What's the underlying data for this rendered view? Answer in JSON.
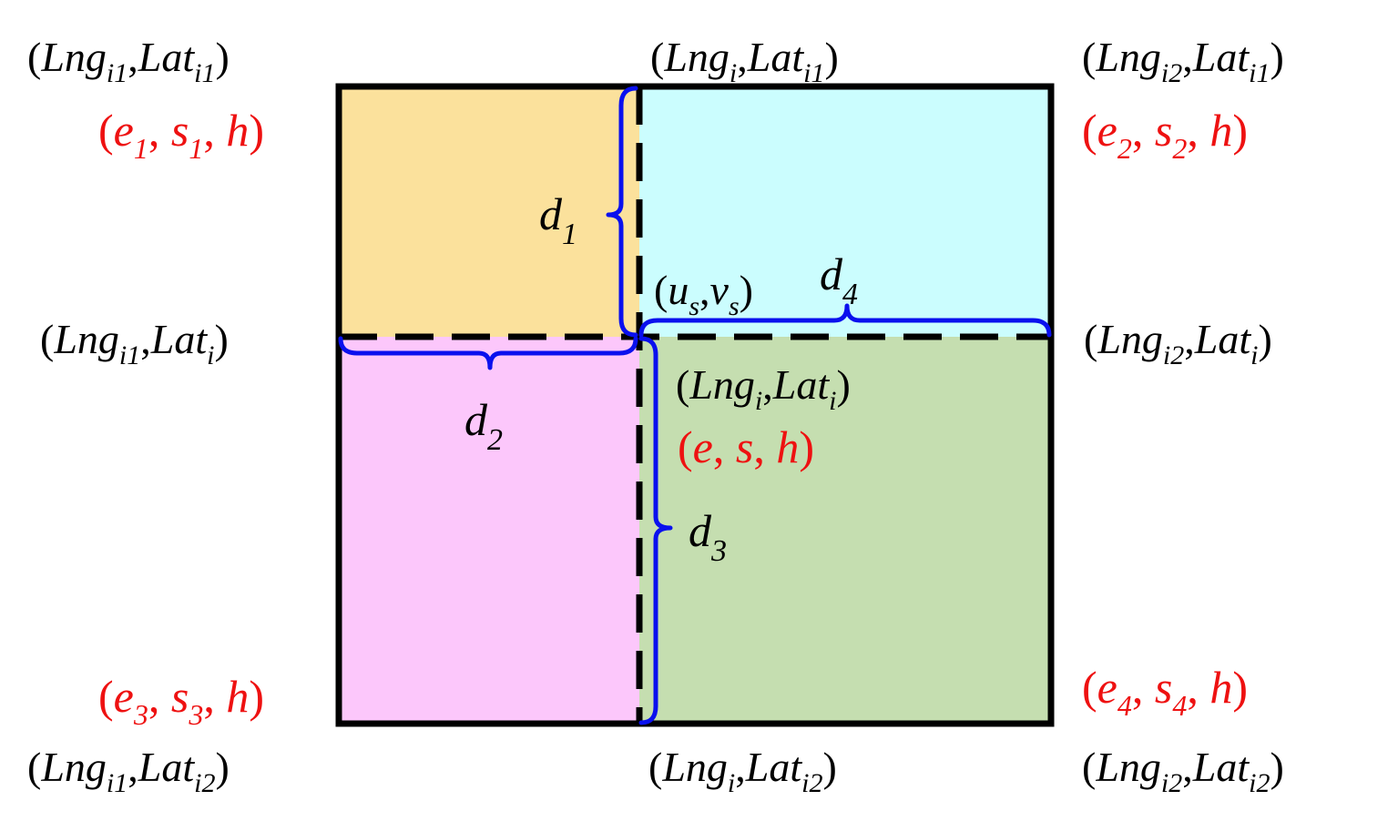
{
  "colors": {
    "quad_top_left": "#fbe19c",
    "quad_top_right": "#cbfdfe",
    "quad_bottom_left": "#fcc7fb",
    "quad_bottom_right": "#c5deb0",
    "frame": "#000000",
    "brace": "#0a10ee",
    "red_text": "#ee1111"
  },
  "corners": {
    "top_left": {
      "lng": "Lng",
      "lng_sub": "i1",
      "lat": "Lat",
      "lat_sub": "i1"
    },
    "top_mid": {
      "lng": "Lng",
      "lng_sub": "i",
      "lat": "Lat",
      "lat_sub": "i1"
    },
    "top_right": {
      "lng": "Lng",
      "lng_sub": "i2",
      "lat": "Lat",
      "lat_sub": "i1"
    },
    "mid_left": {
      "lng": "Lng",
      "lng_sub": "i1",
      "lat": "Lat",
      "lat_sub": "i"
    },
    "mid_right": {
      "lng": "Lng",
      "lng_sub": "i2",
      "lat": "Lat",
      "lat_sub": "i"
    },
    "center": {
      "lng": "Lng",
      "lng_sub": "i",
      "lat": "Lat",
      "lat_sub": "i"
    },
    "bottom_left": {
      "lng": "Lng",
      "lng_sub": "i1",
      "lat": "Lat",
      "lat_sub": "i2"
    },
    "bottom_mid": {
      "lng": "Lng",
      "lng_sub": "i",
      "lat": "Lat",
      "lat_sub": "i2"
    },
    "bottom_right": {
      "lng": "Lng",
      "lng_sub": "i2",
      "lat": "Lat",
      "lat_sub": "i2"
    }
  },
  "values": {
    "v1": {
      "e": "e",
      "e_sub": "1",
      "s": "s",
      "s_sub": "1",
      "h": "h"
    },
    "v2": {
      "e": "e",
      "e_sub": "2",
      "s": "s",
      "s_sub": "2",
      "h": "h"
    },
    "v3": {
      "e": "e",
      "e_sub": "3",
      "s": "s",
      "s_sub": "3",
      "h": "h"
    },
    "v4": {
      "e": "e",
      "e_sub": "4",
      "s": "s",
      "s_sub": "4",
      "h": "h"
    },
    "center": {
      "e": "e",
      "s": "s",
      "h": "h"
    }
  },
  "point": {
    "u": "u",
    "u_sub": "s",
    "v": "v",
    "v_sub": "s"
  },
  "distances": {
    "d1": {
      "d": "d",
      "sub": "1"
    },
    "d2": {
      "d": "d",
      "sub": "2"
    },
    "d3": {
      "d": "d",
      "sub": "3"
    },
    "d4": {
      "d": "d",
      "sub": "4"
    }
  }
}
